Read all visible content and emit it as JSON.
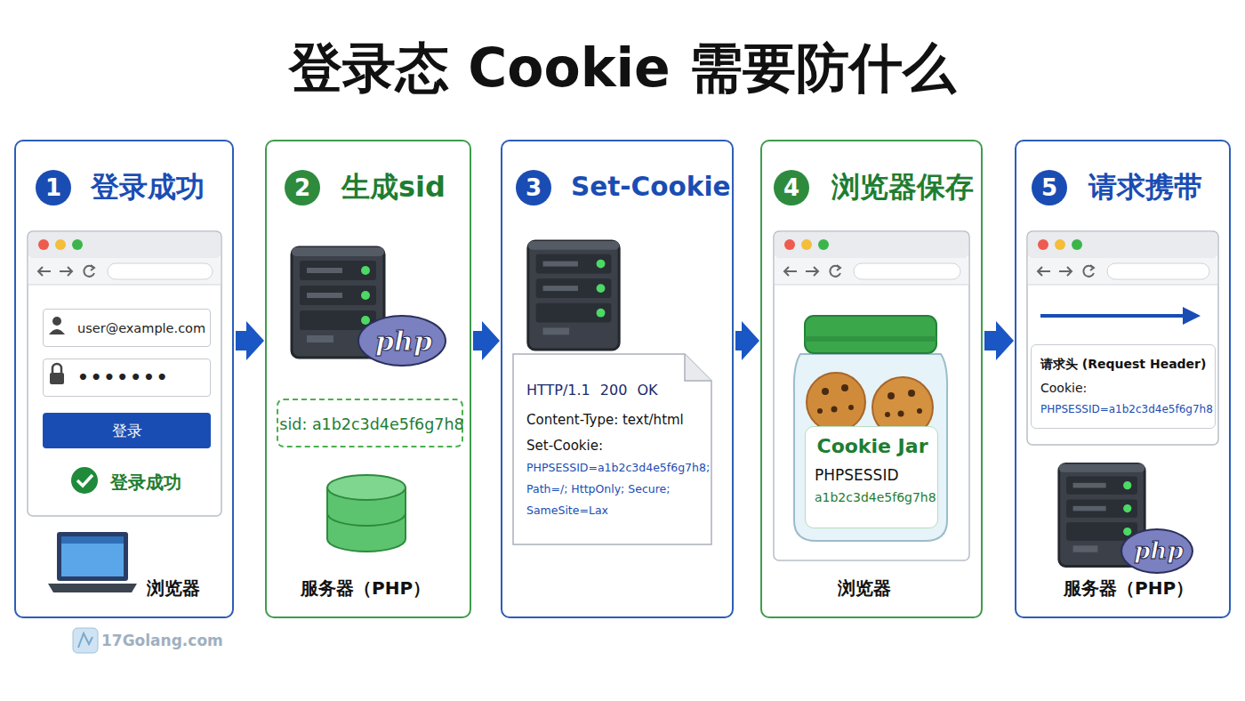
{
  "diagram": {
    "title": "登录态 Cookie 需要防什么",
    "nodes": [
      {
        "text": [
          "1",
          "登录成功",
          "登录成功",
          "浏览器"
        ]
      },
      {
        "text": [
          "user@example.com"
        ],
        "in": 0
      },
      {
        "text": [
          "•••••••"
        ],
        "in": 0
      },
      {
        "text": [
          "登录"
        ],
        "in": 0
      },
      {
        "text": [
          "2",
          "生成sid",
          "服务器（PHP）"
        ]
      },
      {
        "text": [
          "php"
        ],
        "in": 4
      },
      {
        "text": [
          "sid: a1b2c3d4e5f6g7h8"
        ],
        "in": 4
      },
      {
        "text": [
          "3",
          "Set-Cookie"
        ]
      },
      {
        "text": [
          "HTTP/1.1 200 OK",
          "Content-Type: text/html",
          "Set-Cookie:",
          "PHPSESSID=a1b2c3d4e5f6g7h8; Path=/; HttpOnly; Secure; SameSite=Lax"
        ],
        "in": 7
      },
      {
        "text": [
          "4",
          "浏览器保存",
          "浏览器"
        ]
      },
      {
        "text": [
          "Cookie Jar",
          "PHPSESSID",
          "a1b2c3d4e5f6g7h8"
        ],
        "in": 9
      },
      {
        "text": [
          "5",
          "请求携带",
          "服务器（PHP）"
        ]
      },
      {
        "text": [
          "请求头 (Request Header)",
          "Cookie:",
          "PHPSESSID=a1b2c3d4e5f6g7h8"
        ],
        "in": 11
      },
      {
        "text": [
          "php"
        ],
        "in": 11
      }
    ],
    "edges": [
      {
        "from": 0,
        "to": 4,
        "arrow": "to"
      },
      {
        "from": 4,
        "to": 7,
        "arrow": "to"
      },
      {
        "from": 7,
        "to": 9,
        "arrow": "to"
      },
      {
        "from": 9,
        "to": 11,
        "arrow": "to"
      }
    ],
    "labels": [
      "17Golang.com"
    ]
  }
}
